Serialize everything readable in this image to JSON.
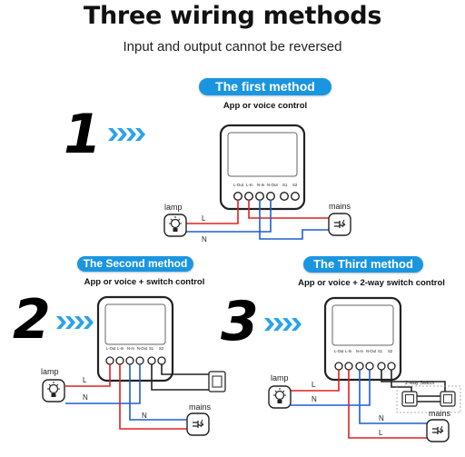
{
  "header": {
    "title": "Three wiring methods",
    "subtitle": "Input and output cannot be reversed"
  },
  "terminal_labels": [
    "L-Out",
    "L-In",
    "N-In",
    "N-Out",
    "S1",
    "S2"
  ],
  "methods": [
    {
      "number": "1",
      "pill": "The first method",
      "caption": "App or voice control",
      "lamp_label": "lamp",
      "mains_label": "mains",
      "wire_L": "L",
      "wire_N": "N"
    },
    {
      "number": "2",
      "pill": "The Second method",
      "caption": "App or voice + switch control",
      "lamp_label": "lamp",
      "mains_label": "mains",
      "wire_L": "L",
      "wire_N": "N"
    },
    {
      "number": "3",
      "pill": "The  Third  method",
      "caption": "App or voice + 2-way switch control",
      "lamp_label": "lamp",
      "mains_label": "mains",
      "switch_label": "2-way Switch",
      "wire_L": "L",
      "wire_N": "N"
    }
  ],
  "colors": {
    "live_wire": "#e02020",
    "neutral_wire": "#1f5fd0",
    "switch_wire": "#222222",
    "pill": "#1a96e0",
    "arrows": "#2aa3e8"
  }
}
